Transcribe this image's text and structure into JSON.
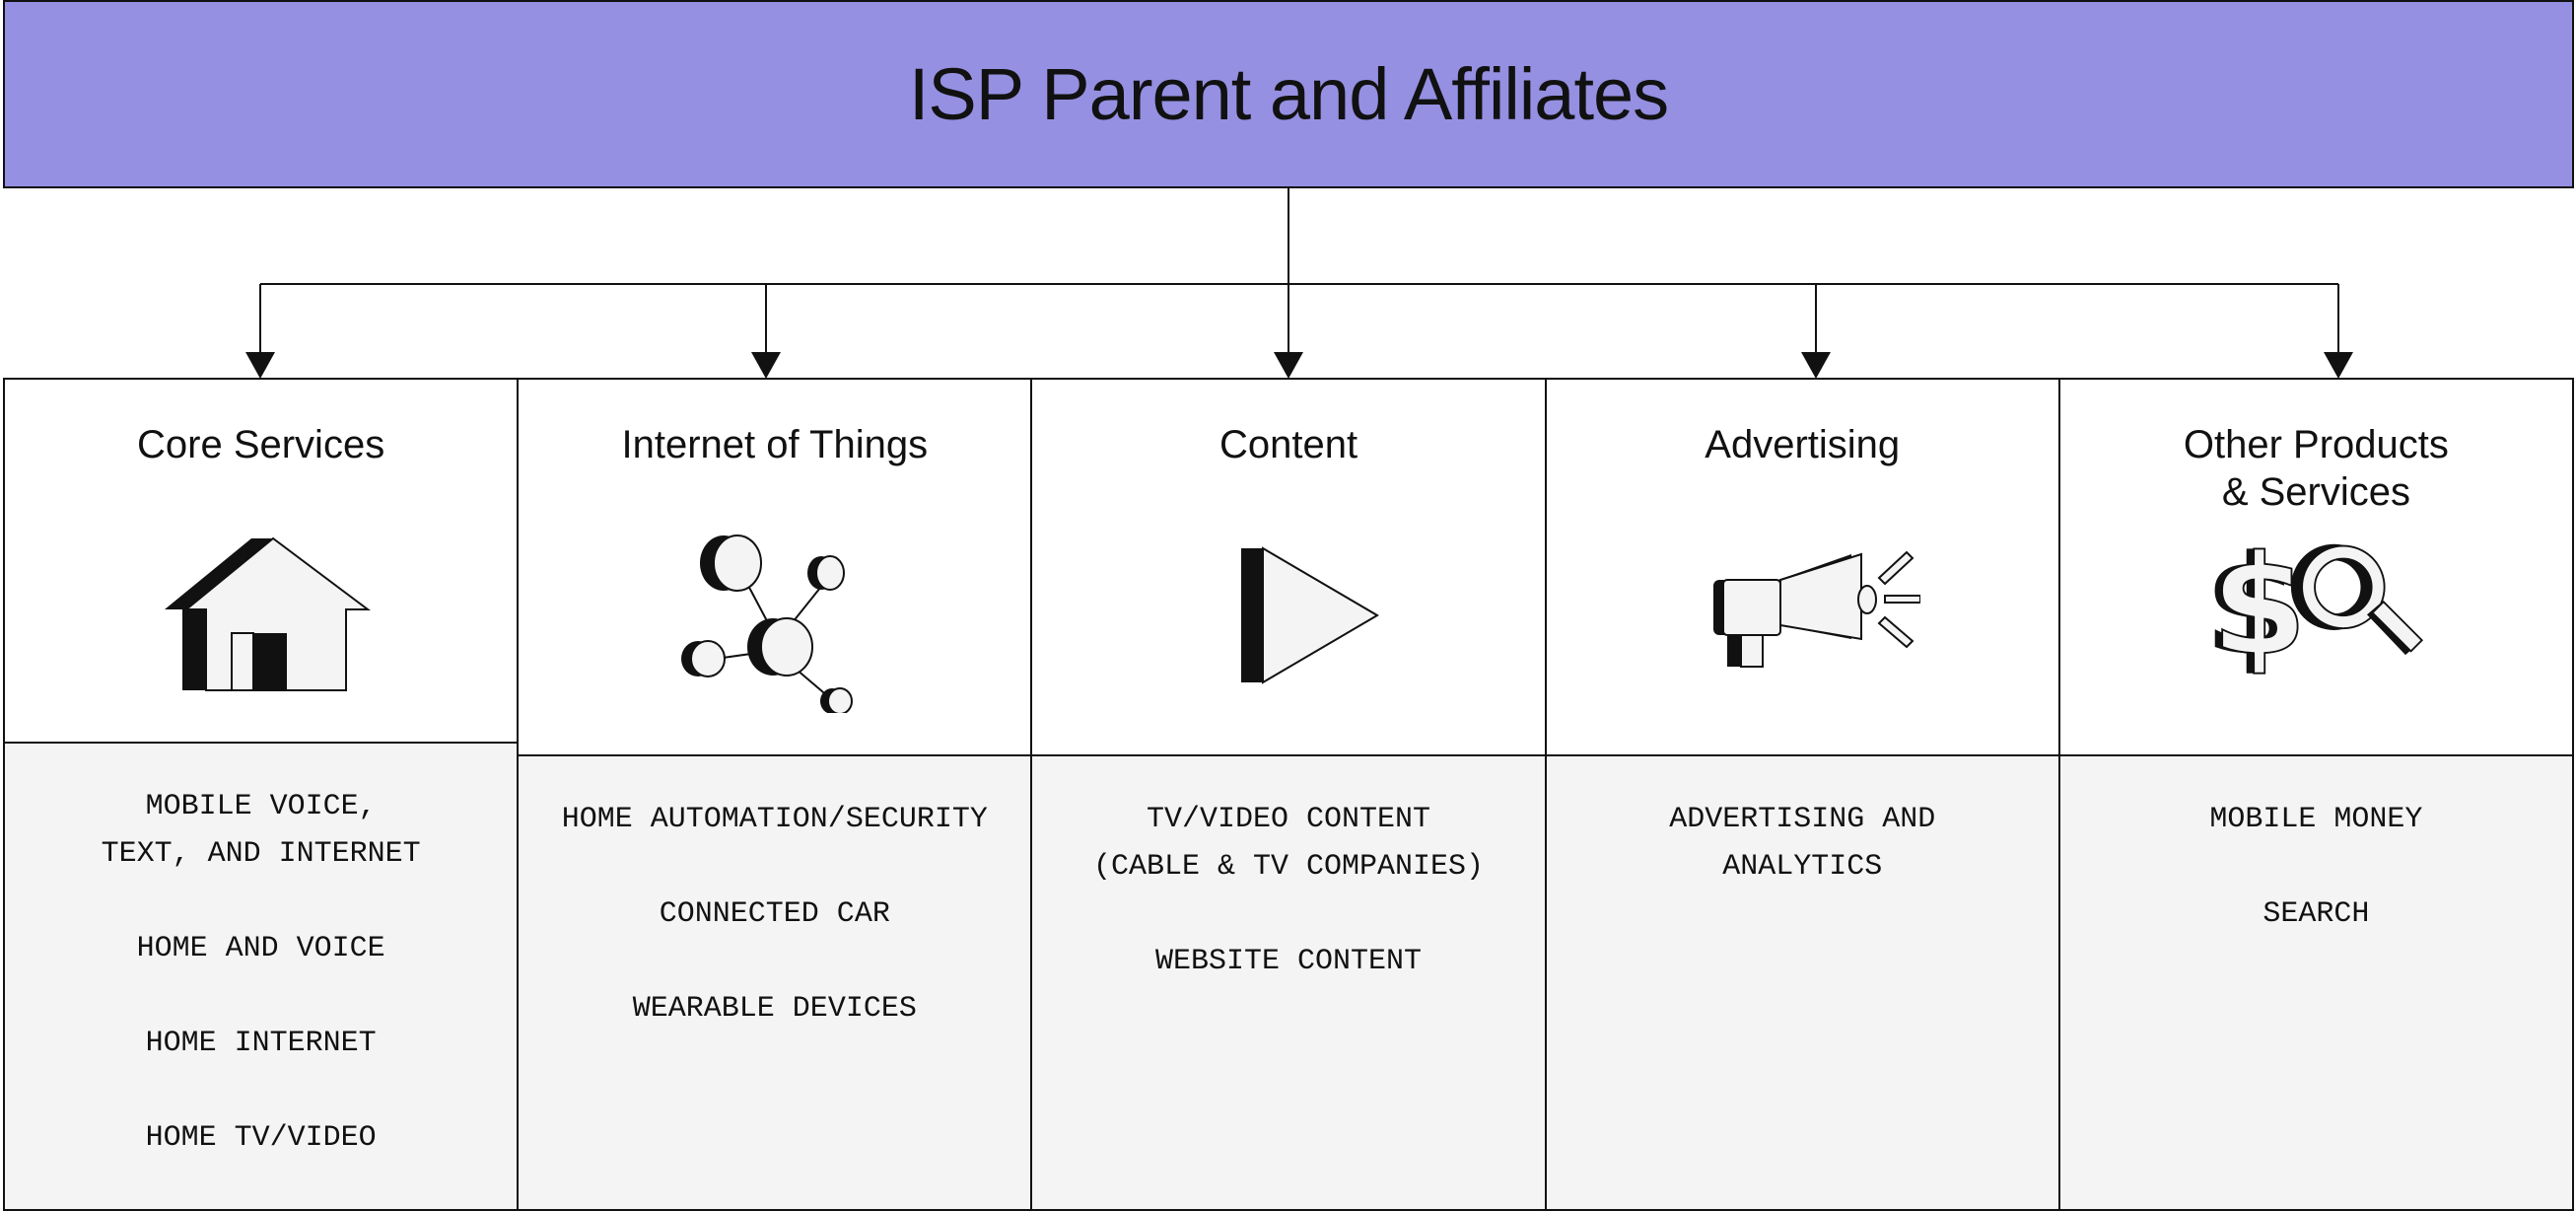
{
  "header": {
    "title": "ISP Parent and Affiliates"
  },
  "colors": {
    "header_bg": "#9590e2",
    "panel_bg": "#f4f4f4",
    "line": "#111111"
  },
  "categories": [
    {
      "title": "Core Services",
      "icon": "house-icon",
      "items": [
        "MOBILE VOICE,\nTEXT, AND INTERNET",
        "HOME AND VOICE",
        "HOME INTERNET",
        "HOME TV/VIDEO"
      ]
    },
    {
      "title": "Internet of Things",
      "icon": "network-nodes-icon",
      "items": [
        "HOME AUTOMATION/SECURITY",
        "CONNECTED CAR",
        "WEARABLE DEVICES"
      ]
    },
    {
      "title": "Content",
      "icon": "play-icon",
      "items": [
        "TV/VIDEO CONTENT\n(CABLE & TV COMPANIES)",
        "WEBSITE CONTENT"
      ]
    },
    {
      "title": "Advertising",
      "icon": "megaphone-icon",
      "items": [
        "ADVERTISING AND\nANALYTICS"
      ]
    },
    {
      "title": "Other Products\n& Services",
      "icon": "dollar-search-icon",
      "items": [
        "MOBILE MONEY",
        "SEARCH"
      ]
    }
  ]
}
